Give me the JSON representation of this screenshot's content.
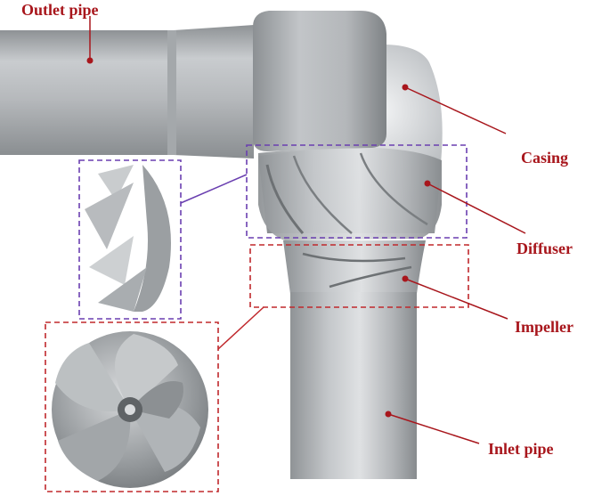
{
  "labels": {
    "outlet_pipe": "Outlet pipe",
    "casing": "Casing",
    "diffuser": "Diffuser",
    "impeller": "Impeller",
    "inlet_pipe": "Inlet pipe"
  },
  "colors": {
    "label": "#a8161c",
    "diffuser_box": "#6a3fb0",
    "impeller_box": "#c0282c",
    "body": "#b9bcbf"
  }
}
